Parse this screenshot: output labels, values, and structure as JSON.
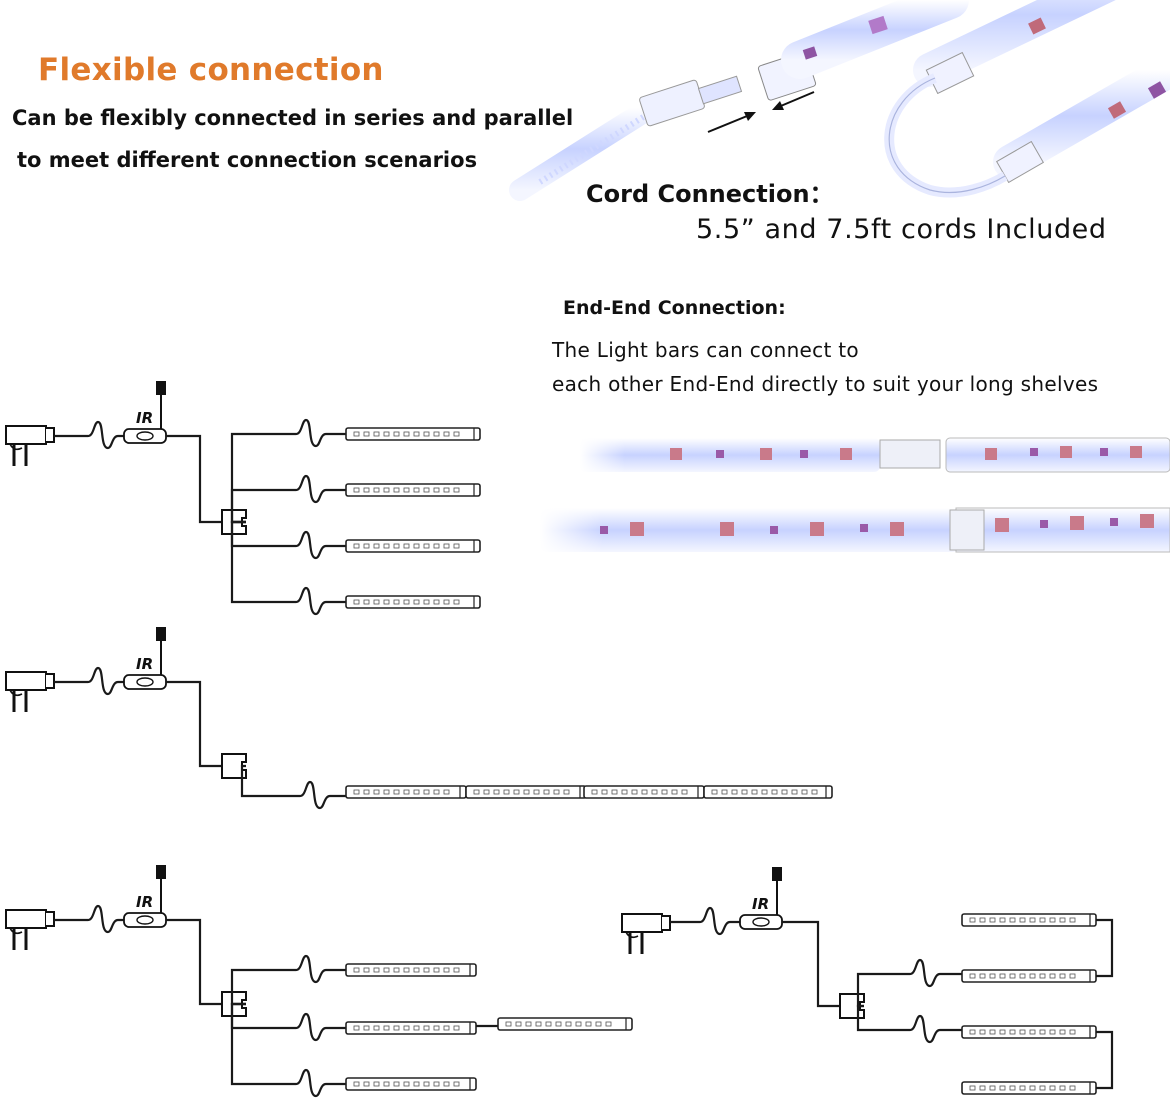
{
  "header": {
    "title": "Flexible connection",
    "subtitle_line1": "Can be flexibly connected in series and parallel",
    "subtitle_line2": "to meet different connection scenarios"
  },
  "cord_connection": {
    "title": "Cord Connection：",
    "description": "5.5” and 7.5ft cords Included"
  },
  "end_connection": {
    "title": "End-End Connection:",
    "description_line1": "The Light bars can connect to",
    "description_line2": "each other End-End directly to suit your long shelves"
  },
  "diagrams": {
    "ir_label": "IR",
    "colors": {
      "title": "#e07a2b",
      "wire": "#1a1a1a",
      "led_glow": "#b9c6ff"
    }
  }
}
